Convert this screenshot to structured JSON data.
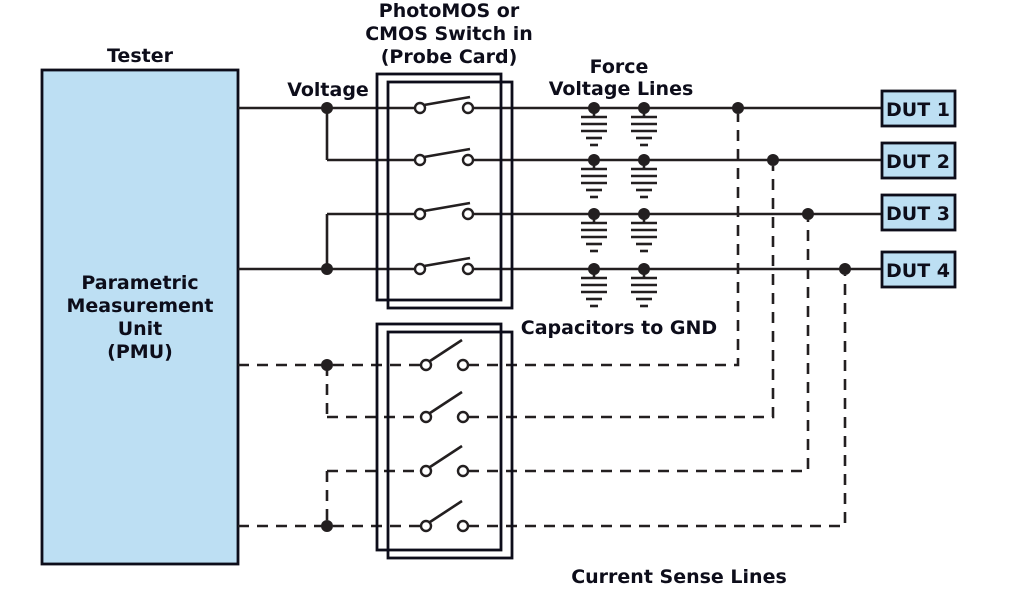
{
  "diagram": {
    "colors": {
      "block_fill": "#BDDFF3",
      "line": "#231F20",
      "text": "#0D0D1A"
    },
    "tester": {
      "heading": "Tester",
      "unit_lines": [
        "Parametric",
        "Measurement",
        "Unit",
        "(PMU)"
      ]
    },
    "switch_block": {
      "title_lines": [
        "PhotoMOS or",
        "CMOS Switch in",
        "(Probe Card)"
      ]
    },
    "labels": {
      "voltage": "Voltage",
      "force_lines": [
        "Force",
        "Voltage Lines"
      ],
      "capacitors": "Capacitors to GND",
      "current_sense": "Current Sense Lines"
    },
    "duts": [
      "DUT 1",
      "DUT 2",
      "DUT 3",
      "DUT 4"
    ],
    "force_line_style": "solid",
    "sense_line_style": "dashed",
    "force_switch_state": "closed",
    "sense_switch_state": "open",
    "capacitor_columns": 2,
    "channels": 4
  }
}
